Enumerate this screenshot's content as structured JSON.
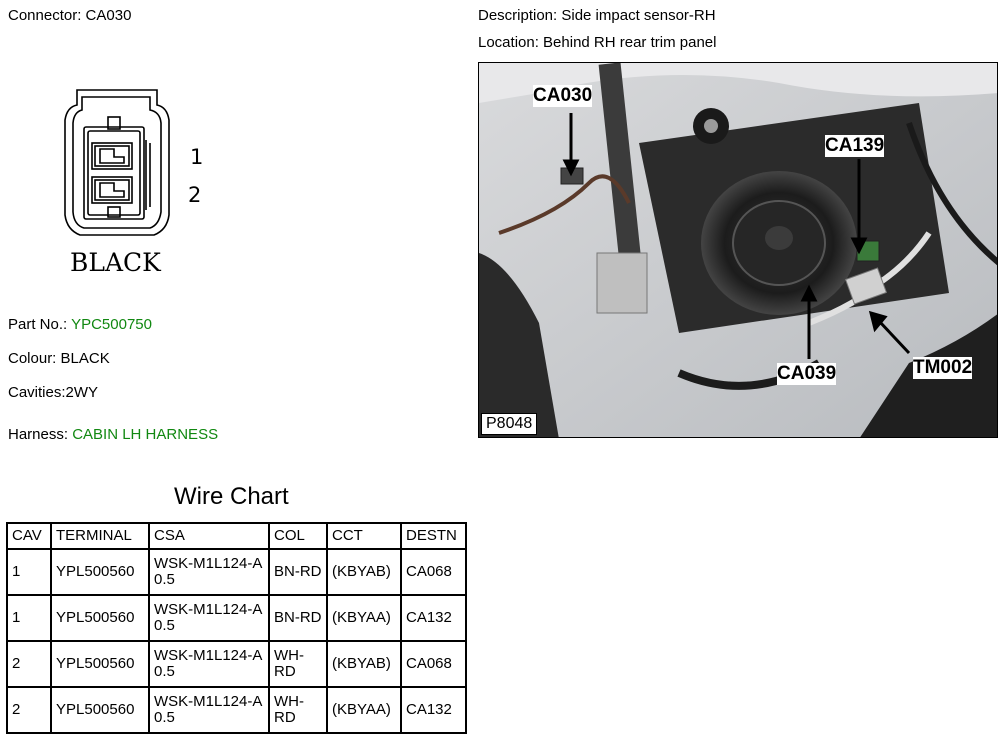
{
  "connector": {
    "title": "Connector: CA030",
    "cavity_labels": [
      "1",
      "2"
    ],
    "color_label": "BLACK"
  },
  "description": "Description: Side impact sensor-RH",
  "location": "Location: Behind RH rear trim panel",
  "part_no": {
    "label": "Part No.:",
    "value": "YPC500750"
  },
  "colour": {
    "label": "Colour:",
    "value": "BLACK"
  },
  "cavities": {
    "label": "Cavities:",
    "value": "2WY"
  },
  "harness": {
    "label": "Harness:",
    "value": "CABIN LH HARNESS"
  },
  "wire_chart": {
    "title": "Wire Chart",
    "headers": [
      "CAV",
      "TERMINAL",
      "CSA",
      "COL",
      "CCT",
      "DESTN"
    ],
    "rows": [
      [
        "1",
        "YPL500560",
        "WSK-M1L124-A 0.5",
        "BN-RD",
        "(KBYAB)",
        "CA068"
      ],
      [
        "1",
        "YPL500560",
        "WSK-M1L124-A 0.5",
        "BN-RD",
        "(KBYAA)",
        "CA132"
      ],
      [
        "2",
        "YPL500560",
        "WSK-M1L124-A 0.5",
        "WH-RD",
        "(KBYAB)",
        "CA068"
      ],
      [
        "2",
        "YPL500560",
        "WSK-M1L124-A 0.5",
        "WH-RD",
        "(KBYAA)",
        "CA132"
      ]
    ]
  },
  "photo": {
    "callouts": [
      "CA030",
      "CA139",
      "CA039",
      "TM002"
    ],
    "id": "P8048"
  },
  "colors": {
    "accent_green": "#118811"
  }
}
